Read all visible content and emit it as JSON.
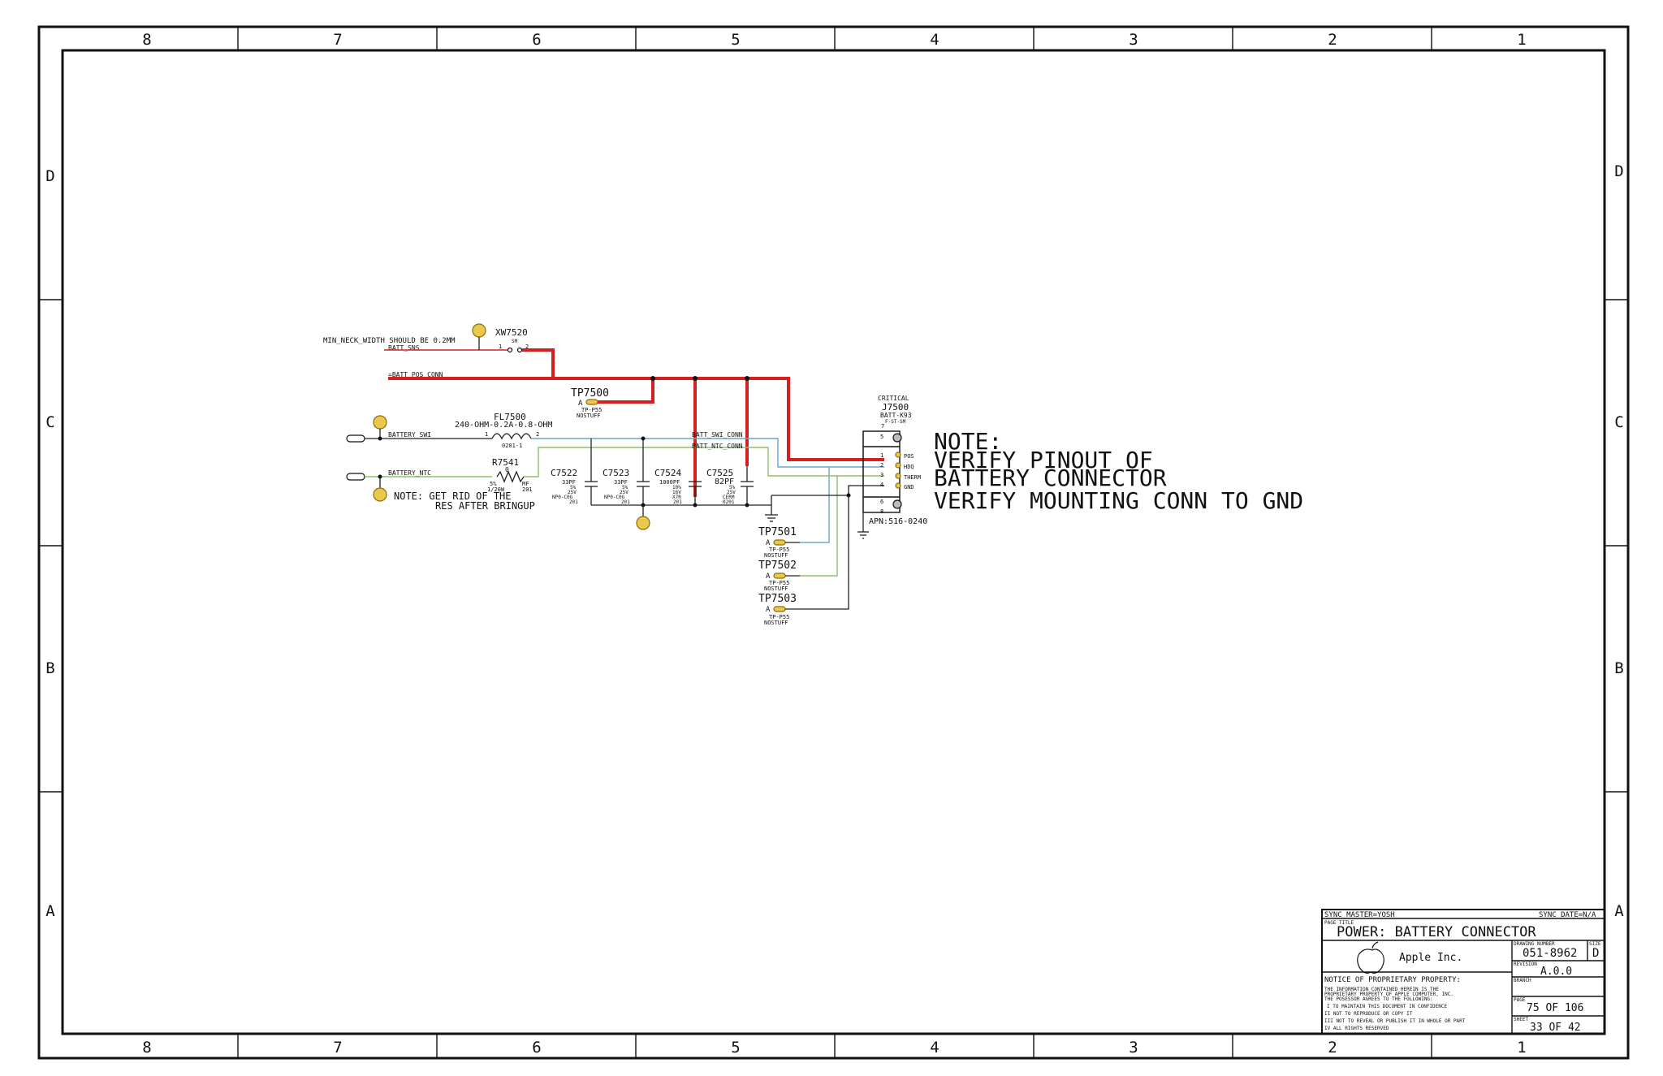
{
  "frame": {
    "cols": [
      "8",
      "7",
      "6",
      "5",
      "4",
      "3",
      "2",
      "1"
    ],
    "rows": [
      "D",
      "C",
      "B",
      "A"
    ]
  },
  "schematic": {
    "min_neck_note": "MIN_NECK_WIDTH SHOULD BE 0.2MM",
    "batt_sns": "BATT_SNS",
    "batt_pos_conn": "=BATT_POS_CONN",
    "xw7520": {
      "ref": "XW7520",
      "value": "SM",
      "pin1": "1",
      "pin2": "2"
    },
    "tp7500": {
      "ref": "TP7500",
      "pin": "A",
      "footprint": "TP-P55",
      "stuff": "NOSTUFF"
    },
    "fl7500": {
      "ref": "FL7500",
      "value": "240-OHM-0.2A-0.8-OHM",
      "pkg": "0201-1",
      "pin1": "1",
      "pin2": "2"
    },
    "r7541": {
      "ref": "R7541",
      "value": "0",
      "tol": "5%",
      "power": "1/20W",
      "type": "MF",
      "pkg": "201"
    },
    "battery_swi": "BATTERY_SWI",
    "battery_ntc": "BATTERY_NTC",
    "batt_swi_conn": "BATT_SWI_CONN",
    "batt_ntc_conn": "BATT_NTC_CONN",
    "res_note_1": "NOTE: GET RID OF THE",
    "res_note_2": "RES AFTER BRINGUP",
    "caps": [
      {
        "ref": "C7522",
        "value": "33PF",
        "tol": "5%",
        "volt": "25V",
        "diel": "NP0-C0G",
        "pkg": "201"
      },
      {
        "ref": "C7523",
        "value": "33PF",
        "tol": "5%",
        "volt": "25V",
        "diel": "NP0-C0G",
        "pkg": "201"
      },
      {
        "ref": "C7524",
        "value": "1000PF",
        "tol": "10%",
        "volt": "16V",
        "diel": "X7R",
        "pkg": "201"
      },
      {
        "ref": "C7525",
        "value": "82PF",
        "tol": "5%",
        "volt": "25V",
        "diel": "CERM",
        "pkg": "0201"
      }
    ],
    "j7500": {
      "critical": "CRITICAL",
      "ref": "J7500",
      "value": "BATT-K93",
      "type": "F-ST-SM",
      "apn": "APN:516-0240",
      "pins": [
        "7",
        "5",
        "1",
        "2",
        "3",
        "4",
        "6",
        "8"
      ],
      "pin_names": [
        "POS",
        "HDQ",
        "THERM",
        "GND"
      ]
    },
    "test_points": [
      {
        "ref": "TP7501",
        "pin": "A",
        "footprint": "TP-P55",
        "stuff": "NOSTUFF"
      },
      {
        "ref": "TP7502",
        "pin": "A",
        "footprint": "TP-P55",
        "stuff": "NOSTUFF"
      },
      {
        "ref": "TP7503",
        "pin": "A",
        "footprint": "TP-P55",
        "stuff": "NOSTUFF"
      }
    ],
    "note_lines": [
      "NOTE:",
      "VERIFY PINOUT OF",
      "BATTERY CONNECTOR",
      "VERIFY MOUNTING CONN TO GND"
    ]
  },
  "title_block": {
    "sync_master": "SYNC_MASTER=YOSH",
    "sync_date": "SYNC_DATE=N/A",
    "page_title_label": "PAGE TITLE",
    "page_title": "POWER: BATTERY CONNECTOR",
    "company": "Apple Inc.",
    "drawing_number_label": "DRAWING NUMBER",
    "drawing_number": "051-8962",
    "size_label": "SIZE",
    "size": "D",
    "revision_label": "REVISION",
    "revision": "A.0.0",
    "branch_label": "BRANCH",
    "page_label": "PAGE",
    "page": "75 OF 106",
    "sheet_label": "SHEET",
    "sheet": "33 OF 42",
    "notice_title": "NOTICE OF PROPRIETARY PROPERTY:",
    "notice_lines": [
      "THE INFORMATION CONTAINED HEREIN IS THE",
      "PROPRIETARY PROPERTY OF APPLE COMPUTER, INC.",
      "THE POSESSOR AGREES TO THE FOLLOWING:",
      "I TO MAINTAIN THIS DOCUMENT IN CONFIDENCE",
      "II NOT TO REPRODUCE OR COPY IT",
      "III NOT TO REVEAL OR PUBLISH IT IN WHOLE OR PART",
      "IV ALL RIGHTS RESERVED"
    ]
  }
}
